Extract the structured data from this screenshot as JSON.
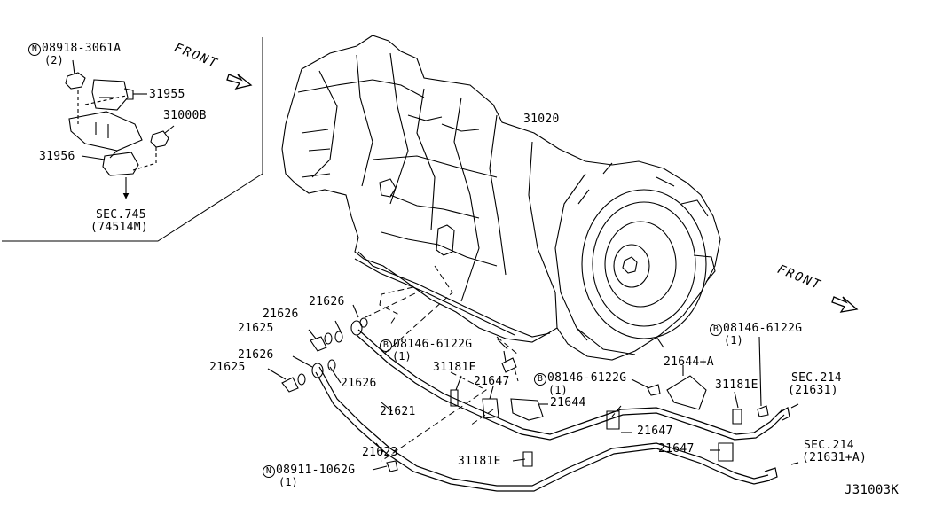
{
  "diagram": {
    "id_code": "J31003K",
    "front_labels": [
      "FRONT",
      "FRONT"
    ],
    "parts": {
      "p31020": "31020",
      "p31955": "31955",
      "p31000B": "31000B",
      "p31956": "31956",
      "p21626a": "21626",
      "p21626b": "21626",
      "p21626c": "21626",
      "p21626d": "21626",
      "p21625a": "21625",
      "p21625b": "21625",
      "p21621": "21621",
      "p21623": "21623",
      "p31181E_a": "31181E",
      "p31181E_b": "31181E",
      "p31181E_c": "31181E",
      "p21647a": "21647",
      "p21647b": "21647",
      "p21647c": "21647",
      "p21644": "21644",
      "p21644A": "21644+A"
    },
    "fasteners": {
      "n08918": {
        "prefix": "N",
        "code": "08918-3061A",
        "qty": "(2)"
      },
      "b08146a": {
        "prefix": "B",
        "code": "08146-6122G",
        "qty": "(1)"
      },
      "b08146b": {
        "prefix": "B",
        "code": "08146-6122G",
        "qty": "(1)"
      },
      "b08146c": {
        "prefix": "B",
        "code": "08146-6122G",
        "qty": "(1)"
      },
      "n08911": {
        "prefix": "N",
        "code": "08911-1062G",
        "qty": "(1)"
      }
    },
    "sections": {
      "sec745": {
        "title": "SEC.745",
        "ref": "(74514M)"
      },
      "sec214a": {
        "title": "SEC.214",
        "ref": "(21631)"
      },
      "sec214b": {
        "title": "SEC.214",
        "ref": "(21631+A)"
      }
    }
  }
}
